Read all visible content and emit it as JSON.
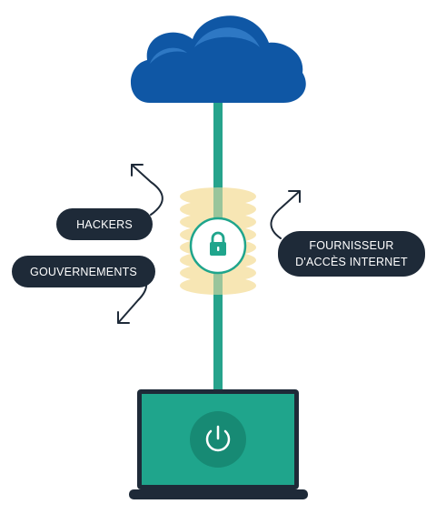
{
  "labels": {
    "hackers": "HACKERS",
    "governments": "GOUVERNEMENTS",
    "isp_line1": "FOURNISSEUR",
    "isp_line2": "D'ACCÈS INTERNET"
  },
  "icons": {
    "cloud": "cloud-icon",
    "lock": "lock-icon",
    "power": "power-icon",
    "laptop": "laptop-icon",
    "arrows": "curved-arrow-icon"
  },
  "colors": {
    "cloud": "#0f57a5",
    "cloud_highlight": "#2e78c4",
    "tunnel": "#26a38c",
    "shield_rings": "#f6e2a8",
    "lock": "#1fa58c",
    "pill_bg": "#1e2a38",
    "laptop_frame": "#1e2a38",
    "laptop_screen": "#1fa58c",
    "power_circle": "#178a74"
  }
}
